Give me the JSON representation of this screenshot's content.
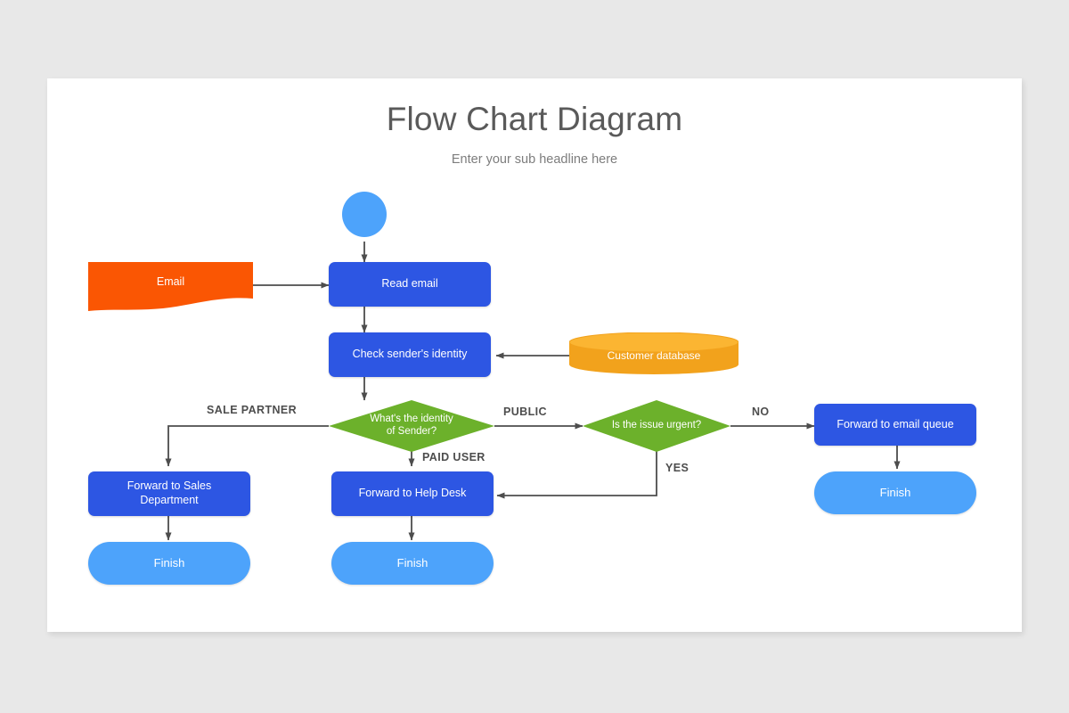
{
  "page": {
    "background_color": "#e8e8e8",
    "slide_background": "#ffffff"
  },
  "header": {
    "title": "Flow Chart Diagram",
    "subtitle": "Enter your sub headline here"
  },
  "palette": {
    "process_blue": "#2d56e3",
    "terminator_blue": "#4da3fb",
    "decision_green": "#6cb12b",
    "document_orange": "#fa5603",
    "database_orange": "#f2a21c",
    "connector_gray": "#4d4d4d",
    "title_gray": "#5a5a5a",
    "subtitle_gray": "#7d7d7d"
  },
  "chart_data": {
    "type": "flowchart",
    "title": "Flow Chart Diagram",
    "subtitle": "Enter your sub headline here",
    "nodes": [
      {
        "id": "start",
        "shape": "circle",
        "label": "",
        "color": "#4da3fb"
      },
      {
        "id": "email",
        "shape": "document",
        "label": "Email",
        "color": "#fa5603"
      },
      {
        "id": "read_email",
        "shape": "process",
        "label": "Read email",
        "color": "#2d56e3"
      },
      {
        "id": "check_identity",
        "shape": "process",
        "label": "Check sender's identity",
        "color": "#2d56e3"
      },
      {
        "id": "customer_db",
        "shape": "database",
        "label": "Customer database",
        "color": "#f2a21c"
      },
      {
        "id": "identity_q",
        "shape": "decision",
        "label_line1": "What's the identity",
        "label_line2": "of Sender?",
        "color": "#6cb12b"
      },
      {
        "id": "urgent_q",
        "shape": "decision",
        "label_line1": "Is the issue urgent?",
        "label_line2": "",
        "color": "#6cb12b"
      },
      {
        "id": "fwd_sales",
        "shape": "process",
        "label_line1": "Forward to Sales",
        "label_line2": "Department",
        "color": "#2d56e3"
      },
      {
        "id": "fwd_helpdesk",
        "shape": "process",
        "label": "Forward to Help Desk",
        "color": "#2d56e3"
      },
      {
        "id": "fwd_queue",
        "shape": "process",
        "label": "Forward to email queue",
        "color": "#2d56e3"
      },
      {
        "id": "finish_sales",
        "shape": "terminator",
        "label": "Finish",
        "color": "#4da3fb"
      },
      {
        "id": "finish_help",
        "shape": "terminator",
        "label": "Finish",
        "color": "#4da3fb"
      },
      {
        "id": "finish_queue",
        "shape": "terminator",
        "label": "Finish",
        "color": "#4da3fb"
      }
    ],
    "edges": [
      {
        "from": "start",
        "to": "read_email",
        "label": ""
      },
      {
        "from": "email",
        "to": "read_email",
        "label": ""
      },
      {
        "from": "read_email",
        "to": "check_identity",
        "label": ""
      },
      {
        "from": "customer_db",
        "to": "check_identity",
        "label": ""
      },
      {
        "from": "check_identity",
        "to": "identity_q",
        "label": ""
      },
      {
        "from": "identity_q",
        "to": "fwd_sales",
        "label": "SALE PARTNER"
      },
      {
        "from": "identity_q",
        "to": "fwd_helpdesk",
        "label": "PAID USER"
      },
      {
        "from": "identity_q",
        "to": "urgent_q",
        "label": "PUBLIC"
      },
      {
        "from": "urgent_q",
        "to": "fwd_queue",
        "label": "NO"
      },
      {
        "from": "urgent_q",
        "to": "fwd_helpdesk",
        "label": "YES"
      },
      {
        "from": "fwd_sales",
        "to": "finish_sales",
        "label": ""
      },
      {
        "from": "fwd_helpdesk",
        "to": "finish_help",
        "label": ""
      },
      {
        "from": "fwd_queue",
        "to": "finish_queue",
        "label": ""
      }
    ],
    "edge_labels": {
      "sale_partner": "SALE PARTNER",
      "paid_user": "PAID USER",
      "public": "PUBLIC",
      "no": "NO",
      "yes": "YES"
    }
  },
  "nodes": {
    "email": {
      "label": "Email"
    },
    "read_email": {
      "label": "Read email"
    },
    "check_identity": {
      "label": "Check sender's identity"
    },
    "customer_db": {
      "label": "Customer database"
    },
    "identity_q": {
      "line1": "What's the identity",
      "line2": "of Sender?"
    },
    "urgent_q": {
      "label": "Is the issue urgent?"
    },
    "fwd_sales": {
      "line1": "Forward to Sales",
      "line2": "Department"
    },
    "fwd_helpdesk": {
      "label": "Forward to Help Desk"
    },
    "fwd_queue": {
      "label": "Forward to email queue"
    },
    "finish_sales": {
      "label": "Finish"
    },
    "finish_help": {
      "label": "Finish"
    },
    "finish_queue": {
      "label": "Finish"
    }
  },
  "edge_labels": {
    "sale_partner": "SALE PARTNER",
    "paid_user": "PAID USER",
    "public": "PUBLIC",
    "no": "NO",
    "yes": "YES"
  }
}
